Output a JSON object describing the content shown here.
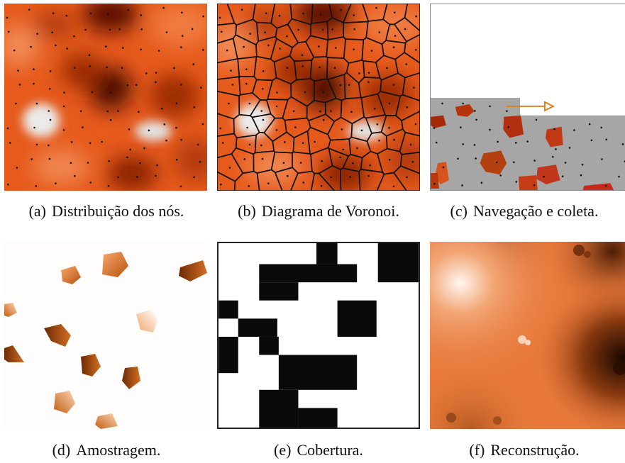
{
  "figures": [
    {
      "label": "(a)",
      "caption": "Distribuição dos nós."
    },
    {
      "label": "(b)",
      "caption": "Diagrama de Voronoi."
    },
    {
      "label": "(c)",
      "caption": "Navegação e coleta."
    },
    {
      "label": "(d)",
      "caption": "Amostragem."
    },
    {
      "label": "(e)",
      "caption": "Cobertura."
    },
    {
      "label": "(f)",
      "caption": "Reconstrução."
    }
  ],
  "colors": {
    "field_orange": "#e8571a",
    "field_dark": "#4a0a00",
    "field_light": "#e8e8e8",
    "explored_gray": "#a6a6a6",
    "arrow_orange": "#d9821f",
    "coverage_black": "#0a0a0a",
    "recon_orange": "#e8793b"
  }
}
